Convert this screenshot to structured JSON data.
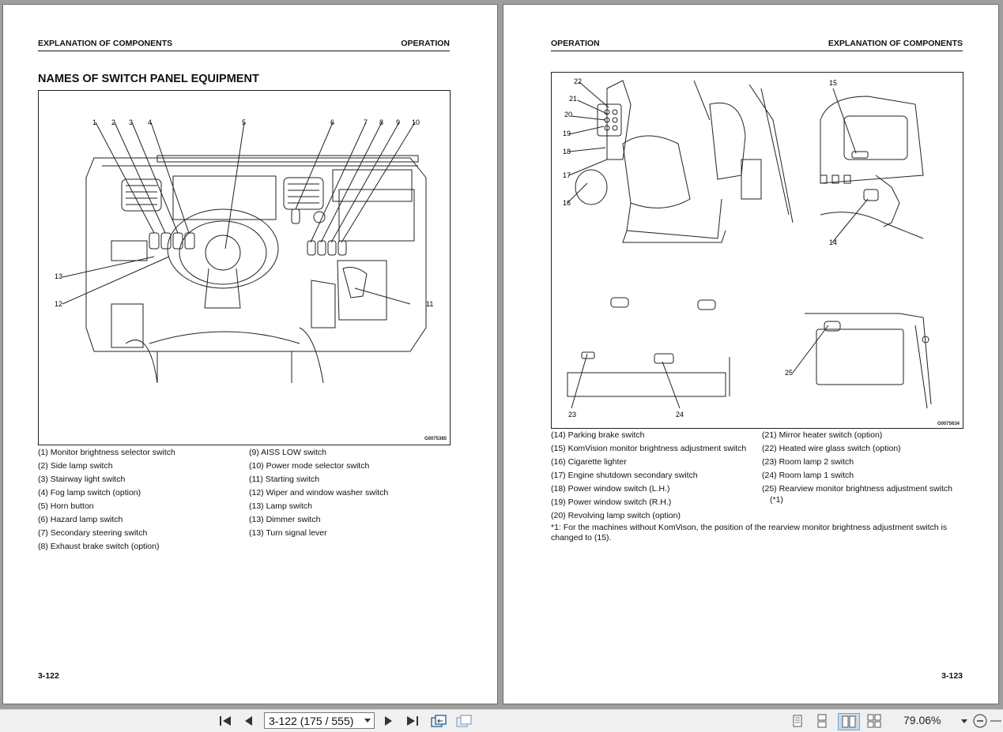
{
  "left": {
    "header_left": "EXPLANATION OF COMPONENTS",
    "header_right": "OPERATION",
    "title": "NAMES OF SWITCH PANEL EQUIPMENT",
    "figure_code": "G0075385",
    "col1": [
      "(1) Monitor brightness selector switch",
      "(2) Side lamp switch",
      "(3) Stairway light switch",
      "(4) Fog lamp switch (option)",
      "(5) Horn button",
      "(6) Hazard lamp switch",
      "(7) Secondary steering switch",
      "(8) Exhaust brake switch (option)"
    ],
    "col2": [
      "(9) AISS LOW switch",
      "(10) Power mode selector switch",
      "(11) Starting switch",
      "(12) Wiper and window washer switch",
      "(13) Lamp switch",
      "(13) Dimmer switch",
      "(13) Turn signal lever"
    ],
    "page_number": "3-122",
    "callouts": [
      "1",
      "2",
      "3",
      "4",
      "5",
      "6",
      "7",
      "8",
      "9",
      "10",
      "11",
      "12",
      "13"
    ]
  },
  "right": {
    "header_left": "OPERATION",
    "header_right": "EXPLANATION OF COMPONENTS",
    "figure_code": "G0075634",
    "col1": [
      "(14) Parking brake switch",
      "(15) KomVision monitor brightness adjustment switch",
      "(16) Cigarette lighter",
      "(17) Engine shutdown secondary switch",
      "(18) Power window switch (L.H.)",
      "(19) Power window switch (R.H.)",
      "(20) Revolving lamp switch (option)"
    ],
    "col2": [
      "(21) Mirror heater switch (option)",
      "(22) Heated wire glass switch (option)",
      "(23) Room lamp 2 switch",
      "(24) Room lamp 1 switch",
      "(25) Rearview monitor brightness adjustment switch",
      "(*1)"
    ],
    "footnote": "*1: For the machines without KomVison, the position of the rearview monitor brightness adjustment switch is changed to (15).",
    "page_number": "3-123",
    "callouts": [
      "14",
      "15",
      "16",
      "17",
      "18",
      "19",
      "20",
      "21",
      "22",
      "23",
      "24",
      "25"
    ]
  },
  "toolbar": {
    "page_field": "3-122 (175 / 555)",
    "zoom": "79.06%"
  }
}
